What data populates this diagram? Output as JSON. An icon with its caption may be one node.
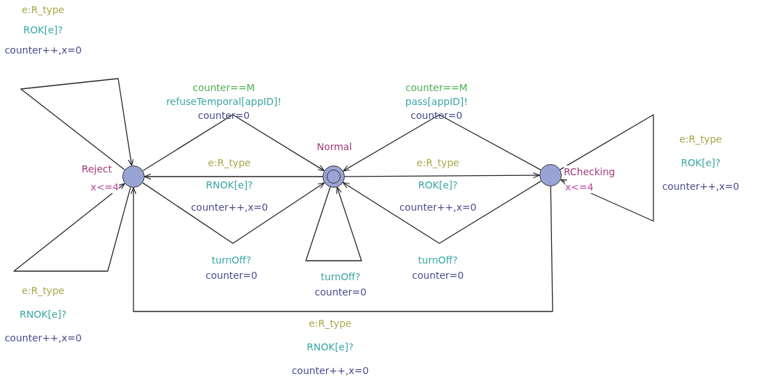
{
  "diagram": {
    "nodes": [
      {
        "text": [
          "Reject",
          "x<=4"
        ]
      },
      {
        "text": [
          "Normal"
        ]
      },
      {
        "text": [
          "RChecking",
          "x<=4"
        ]
      }
    ],
    "edges": [
      {
        "from": 0,
        "to": 0,
        "arrow": "to",
        "label": "e:R_type ROK[e]? counter++,x=0"
      },
      {
        "from": 0,
        "to": 0,
        "arrow": "to",
        "label": "e:R_type RNOK[e]? counter++,x=0"
      },
      {
        "from": 0,
        "to": 1,
        "arrow": "to",
        "label": "counter==M refuseTemporal[appID]! counter=0"
      },
      {
        "from": 1,
        "to": 0,
        "arrow": "to",
        "label": "e:R_type RNOK[e]? counter++,x=0"
      },
      {
        "from": 0,
        "to": 1,
        "arrow": "to",
        "label": "turnOff? counter=0"
      },
      {
        "from": 1,
        "to": 1,
        "arrow": "to",
        "label": "turnOff? counter=0"
      },
      {
        "from": 2,
        "to": 1,
        "arrow": "to",
        "label": "counter==M pass[appID]! counter=0"
      },
      {
        "from": 1,
        "to": 2,
        "arrow": "to",
        "label": "e:R_type ROK[e]? counter++,x=0"
      },
      {
        "from": 2,
        "to": 1,
        "arrow": "to",
        "label": "turnOff? counter=0"
      },
      {
        "from": 2,
        "to": 2,
        "arrow": "to",
        "label": "e:R_type ROK[e]? counter++,x=0"
      },
      {
        "from": 2,
        "to": 0,
        "arrow": "to",
        "label": "e:R_type RNOK[e]? counter++,x=0"
      }
    ]
  }
}
